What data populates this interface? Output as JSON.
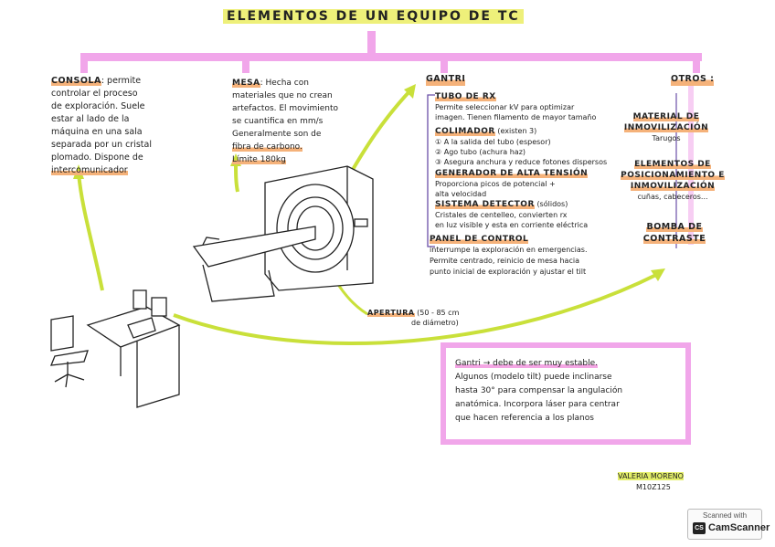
{
  "title": "ELEMENTOS DE UN EQUIPO DE TC",
  "consola": {
    "label": "CONSOLA",
    "lines": [
      ": permite",
      "controlar el proceso",
      "de exploración. Suele",
      "estar al lado de la",
      "máquina en una sala",
      "separada por un cristal",
      "plomado. Dispone de",
      "intercomunicador"
    ]
  },
  "mesa": {
    "label": "MESA",
    "lines": [
      ": Hecha con",
      "materiales que no crean",
      "artefactos. El movimiento",
      "se cuantifica en mm/s",
      "Generalmente son de",
      "fibra de carbono.",
      "Límite 180kg"
    ]
  },
  "gantri": {
    "label": "GANTRI",
    "items": [
      {
        "head": "TUBO DE RX",
        "lines": [
          "Permite seleccionar kV para optimizar",
          "imagen. Tienen filamento de mayor tamaño"
        ]
      },
      {
        "head": "COLIMADOR",
        "suffix": "(existen 3)",
        "lines": [
          "① A la salida del tubo (espesor)",
          "② Ago tubo (achura haz)",
          "③ Asegura anchura y reduce fotones dispersos"
        ]
      },
      {
        "head": "GENERADOR DE ALTA TENSIÓN",
        "lines": [
          "Proporciona picos de potencial +",
          "alta velocidad"
        ]
      },
      {
        "head": "SISTEMA DETECTOR",
        "suffix": "(sólidos)",
        "lines": [
          "Cristales de centelleo, convierten rx",
          "en luz visible y esta en corriente eléctrica"
        ]
      },
      {
        "head": "PANEL DE CONTROL",
        "lines": [
          "interrumpe la exploración en emergencias.",
          "Permite centrado, reinicio de mesa hacia",
          "punto inicial de exploración y ajustar el tilt"
        ]
      }
    ]
  },
  "otros": {
    "label": "OTROS :",
    "items": [
      {
        "head": "MATERIAL DE INMOVILIZACIÓN",
        "head_lines": [
          "MATERIAL DE",
          "INMOVILIZACIÓN"
        ],
        "sub": "Tarugos"
      },
      {
        "head": "ELEMENTOS DE POSICIONAMIENTO E INMOVILIZACIÓN",
        "head_lines": [
          "ELEMENTOS DE",
          "POSICIONAMIENTO E",
          "INMOVILIZACIÓN"
        ],
        "sub": "cuñas, cabeceros..."
      },
      {
        "head": "BOMBA DE CONTRASTE",
        "head_lines": [
          "BOMBA DE",
          "CONTRASTE"
        ],
        "sub": ""
      }
    ]
  },
  "apertura": {
    "label": "APERTURA",
    "note_lines": [
      "(50 - 85 cm",
      "de diámetro)"
    ]
  },
  "gantri_box": {
    "lines": [
      "Gantri → debe de ser muy estable.",
      "Algunos (modelo tilt) puede inclinarse",
      "hasta 30° para compensar la angulación",
      "anatómica. Incorpora láser para centrar",
      "que hacen referencia a los planos"
    ]
  },
  "author": {
    "name": "VALERIA MORENO",
    "code": "M10Z125"
  },
  "scanner": {
    "line1": "Scanned with",
    "brand": "CamScanner",
    "logo": "CS"
  },
  "colors": {
    "pink": "#f1a6ea",
    "yellow": "#eef07a",
    "green": "#c9e03a",
    "orange": "#f5b27a"
  }
}
